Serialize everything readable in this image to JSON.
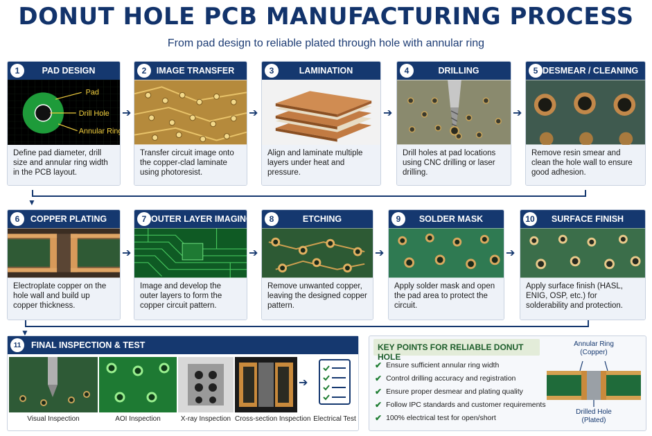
{
  "title": "DONUT HOLE PCB MANUFACTURING PROCESS",
  "subtitle": "From pad design to reliable plated through hole with annular ring",
  "steps": [
    {
      "num": "1",
      "label": "PAD DESIGN",
      "text": "Define pad diameter, drill size and annular ring width in the PCB layout.",
      "callouts": {
        "pad": "Pad",
        "drill": "Drill Hole",
        "ring": "Annular Ring"
      }
    },
    {
      "num": "2",
      "label": "IMAGE TRANSFER",
      "text": "Transfer circuit image onto the copper-clad laminate using photoresist."
    },
    {
      "num": "3",
      "label": "LAMINATION",
      "text": "Align and laminate multiple layers under heat and pressure."
    },
    {
      "num": "4",
      "label": "DRILLING",
      "text": "Drill holes at pad locations using CNC drilling or laser drilling."
    },
    {
      "num": "5",
      "label": "DESMEAR / CLEANING",
      "text": "Remove resin smear and clean the hole wall to ensure good adhesion."
    },
    {
      "num": "6",
      "label": "COPPER PLATING",
      "text": "Electroplate copper on the hole wall and build up copper thickness."
    },
    {
      "num": "7",
      "label": "OUTER LAYER IMAGING",
      "text": "Image and develop the outer layers to form the copper circuit pattern."
    },
    {
      "num": "8",
      "label": "ETCHING",
      "text": "Remove unwanted copper, leaving the designed copper pattern."
    },
    {
      "num": "9",
      "label": "SOLDER MASK",
      "text": "Apply solder mask and open the pad area to protect the circuit."
    },
    {
      "num": "10",
      "label": "SURFACE FINISH",
      "text": "Apply surface finish (HASL, ENIG, OSP, etc.) for solderability and protection."
    }
  ],
  "final": {
    "num": "11",
    "label": "FINAL INSPECTION & TEST",
    "inspections": [
      "Visual Inspection",
      "AOI Inspection",
      "X-ray Inspection",
      "Cross-section Inspection",
      "Electrical Test"
    ]
  },
  "key_points": {
    "title": "KEY POINTS FOR RELIABLE DONUT HOLE",
    "items": [
      "Ensure sufficient annular ring width",
      "Control drilling accuracy and registration",
      "Ensure proper desmear and plating quality",
      "Follow IPC standards and customer requirements",
      "100% electrical test for open/short"
    ],
    "ring_label": "Annular Ring\n(Copper)",
    "hole_label": "Drilled Hole\n(Plated)"
  },
  "colors": {
    "navy": "#15386f",
    "pcb_green": "#1f6b3a",
    "copper": "#c98a3c",
    "check_green": "#1e7d32"
  }
}
